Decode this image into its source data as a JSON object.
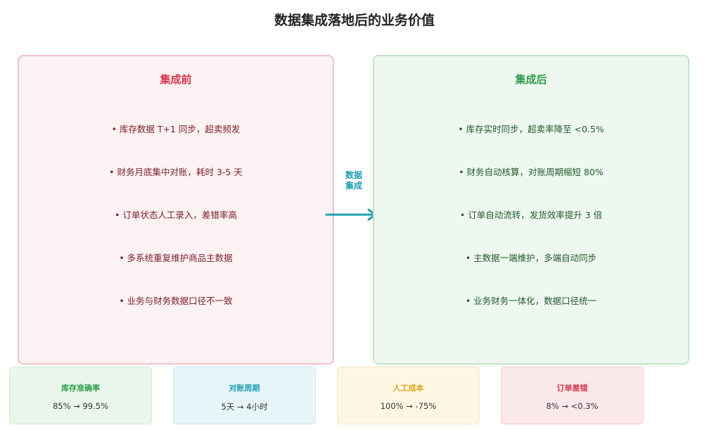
{
  "title": "数据集成落地后的业务价值",
  "before": {
    "title": "集成前",
    "items": [
      "• 库存数据 T+1 同步，超卖频发",
      "• 财务月底集中对账，耗时 3-5 天",
      "• 订单状态人工录入，差错率高",
      "• 多系统重复维护商品主数据",
      "• 业务与财务数据口径不一致"
    ]
  },
  "flow": {
    "label_line1": "数据",
    "label_line2": "集成",
    "color": "#1f9fb5"
  },
  "after": {
    "title": "集成后",
    "items": [
      "• 库存实时同步，超卖率降至 <0.5%",
      "• 财务自动核算，对账周期缩短 80%",
      "• 订单自动流转，发货效率提升 3 倍",
      "• 主数据一端维护，多端自动同步",
      "• 业务财务一体化，数据口径统一"
    ]
  },
  "metrics": [
    {
      "label": "库存准确率",
      "value": "85% → 99.5%",
      "color": "#2e9e4a"
    },
    {
      "label": "对账周期",
      "value": "5天 → 4小时",
      "color": "#1f9fb5"
    },
    {
      "label": "人工成本",
      "value": "100% → -75%",
      "color": "#e0a51a"
    },
    {
      "label": "订单差错",
      "value": "8% → <0.3%",
      "color": "#d9354a"
    }
  ]
}
